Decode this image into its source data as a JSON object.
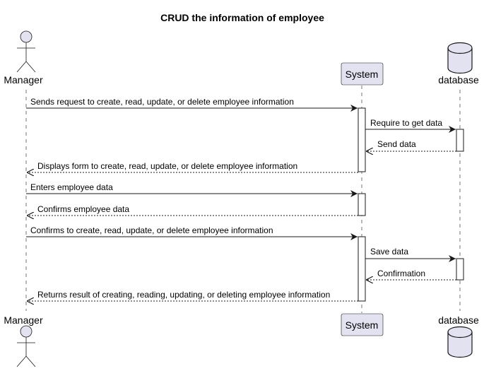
{
  "title": "CRUD the information of employee",
  "participants": {
    "manager": {
      "label": "Manager",
      "kind": "actor"
    },
    "system": {
      "label": "System",
      "kind": "participant"
    },
    "database": {
      "label": "database",
      "kind": "database"
    }
  },
  "colors": {
    "participant_fill": "#e2e2f0",
    "line": "#181818",
    "background": "#ffffff"
  },
  "messages": [
    {
      "from": "manager",
      "to": "system",
      "text": "Sends request to create, read, update, or delete employee information",
      "style": "solid"
    },
    {
      "from": "system",
      "to": "database",
      "text": "Require to get data",
      "style": "solid"
    },
    {
      "from": "database",
      "to": "system",
      "text": "Send data",
      "style": "dashed"
    },
    {
      "from": "system",
      "to": "manager",
      "text": "Displays form to create, read, update, or delete employee information",
      "style": "dashed"
    },
    {
      "from": "manager",
      "to": "system",
      "text": "Enters employee data",
      "style": "solid"
    },
    {
      "from": "system",
      "to": "manager",
      "text": "Confirms employee data",
      "style": "dashed"
    },
    {
      "from": "manager",
      "to": "system",
      "text": "Confirms to create, read, update, or delete employee information",
      "style": "solid"
    },
    {
      "from": "system",
      "to": "database",
      "text": "Save data",
      "style": "solid"
    },
    {
      "from": "database",
      "to": "system",
      "text": "Confirmation",
      "style": "dashed"
    },
    {
      "from": "system",
      "to": "manager",
      "text": "Returns result of creating, reading, updating, or deleting employee information",
      "style": "dashed"
    }
  ]
}
